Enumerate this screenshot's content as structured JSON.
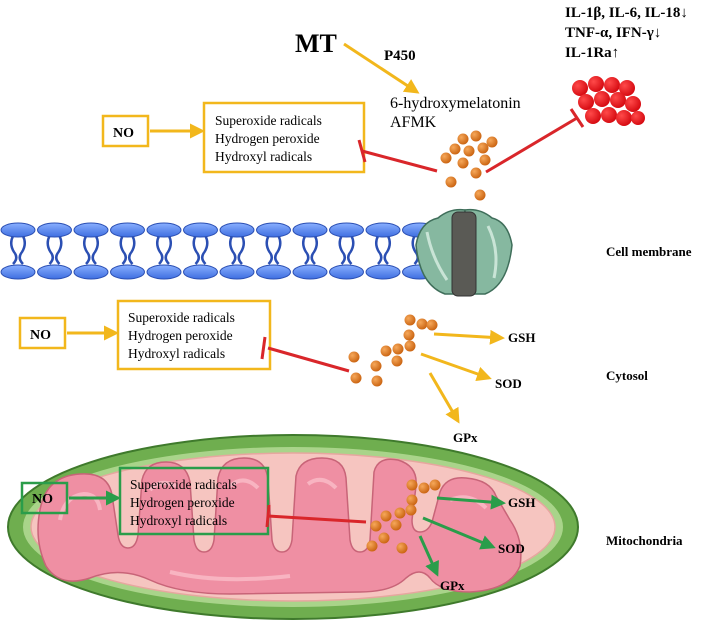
{
  "extracellular": {
    "mt_label": "MT",
    "p450_label": "P450",
    "metabolites": [
      "6-hydroxymelatonin",
      "AFMK"
    ],
    "cytokines": [
      "IL-1β, IL-6, IL-18↓",
      "TNF-α,  IFN-γ↓",
      "IL-1Ra↑"
    ],
    "no_label": "NO",
    "ros": [
      "Superoxide radicals",
      "Hydrogen peroxide",
      "Hydroxyl radicals"
    ]
  },
  "cytosol": {
    "no_label": "NO",
    "ros": [
      "Superoxide radicals",
      "Hydrogen peroxide",
      "Hydroxyl radicals"
    ],
    "gsh_label": "GSH",
    "sod_label": "SOD",
    "gpx_label": "GPx"
  },
  "mitochondria": {
    "no_label": "NO",
    "ros": [
      "Superoxide radicals",
      "Hydrogen peroxide",
      "Hydroxyl radicals"
    ],
    "gsh_label": "GSH",
    "sod_label": "SOD",
    "gpx_label": "GPx"
  },
  "regions": {
    "cell_membrane": "Cell membrane",
    "cytosol": "Cytosol",
    "mitochondria": "Mitochondria"
  },
  "colors": {
    "yellow_arrow": "#f2b71c",
    "red_inhibit": "#d9262a",
    "green_arrow": "#2a9d4a",
    "melatonin_dot": "#e07a1f",
    "cytokine_dot": "#e8141e",
    "membrane_blue": "#2b4fb3",
    "channel_green": "#86b8a0",
    "mito_outer": "#6fae4f",
    "mito_matrix": "#f2a3b2"
  }
}
